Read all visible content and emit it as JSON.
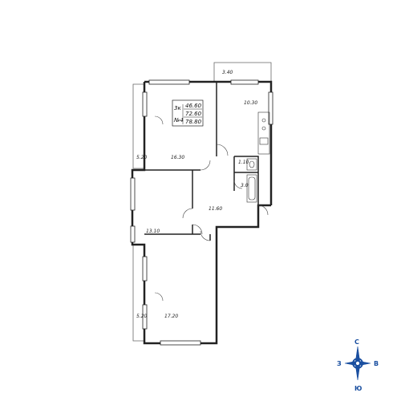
{
  "info": {
    "rooms": "3к",
    "apartment_no": "№4",
    "area_living": "46.60",
    "area_total": "72.60",
    "area_with_balcony": "78.80"
  },
  "rooms": [
    {
      "id": "loggia-top",
      "area": "3.40"
    },
    {
      "id": "kitchen",
      "area": "10.30"
    },
    {
      "id": "balcony-upper-left",
      "area": "5.20"
    },
    {
      "id": "living-top",
      "area": "16.30"
    },
    {
      "id": "wc",
      "area": "1.10"
    },
    {
      "id": "bath",
      "area": "3.0"
    },
    {
      "id": "hall",
      "area": "11.60"
    },
    {
      "id": "living-middle",
      "area": "13.10"
    },
    {
      "id": "balcony-lower-left",
      "area": "5.20"
    },
    {
      "id": "living-bottom",
      "area": "17.20"
    }
  ],
  "compass": {
    "north": "С",
    "south": "Ю",
    "west": "З",
    "east": "В",
    "color": "#1a4fa0"
  }
}
